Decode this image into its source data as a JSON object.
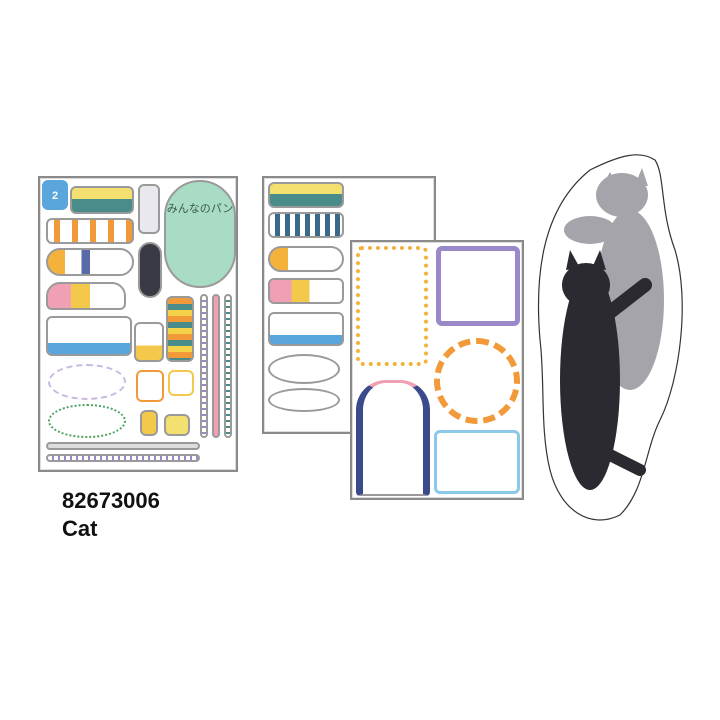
{
  "product": {
    "code": "82673006",
    "name": "Cat"
  },
  "sheet_front": {
    "badge": {
      "line1": "2",
      "color": "#5aa5dc"
    },
    "title_oval": {
      "title": "みんなのパン",
      "subtitle": "",
      "color": "#a8dcc4"
    }
  },
  "colors": {
    "mint": "#a8dcc4",
    "yellow": "#f4d24a",
    "orange": "#f29a3a",
    "pink": "#f0a0b4",
    "teal": "#4a8c8a",
    "navy": "#3a4a8a",
    "purple": "#9a88c8",
    "gray_cat": "#a4a4aa",
    "black_cat": "#2a2a30",
    "frame": "#8a8a8a"
  }
}
